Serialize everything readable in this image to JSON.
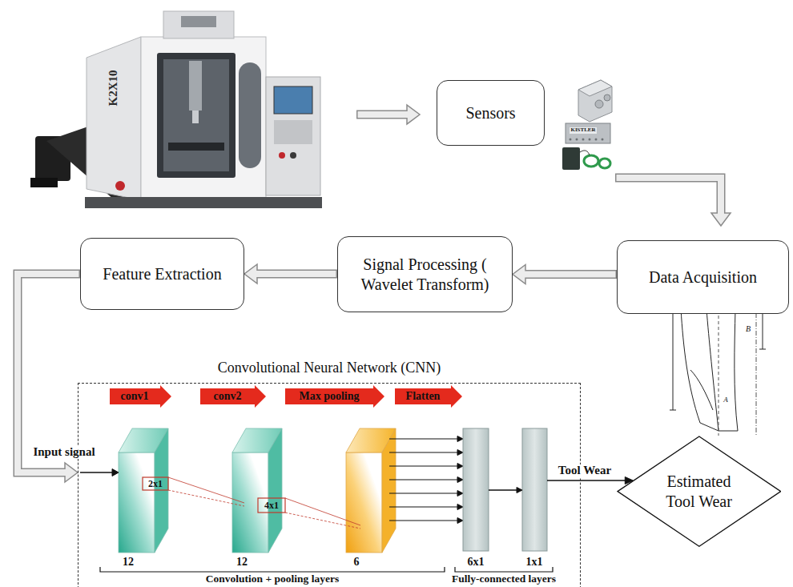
{
  "diagram": {
    "nodes": [
      {
        "text": [
          "Sensors"
        ]
      },
      {
        "text": [
          "Data Acquisition"
        ]
      },
      {
        "text": [
          "Signal Processing ( Wavelet Transform)"
        ]
      },
      {
        "text": [
          "Feature Extraction"
        ]
      },
      {
        "text": [
          "Convolutional Neural Network (CNN)"
        ]
      },
      {
        "text": [
          "Estimated Tool Wear"
        ]
      }
    ],
    "edges": [
      {
        "from": 1,
        "to": 2,
        "arrow": "to"
      },
      {
        "from": 2,
        "to": 3,
        "arrow": "to"
      },
      {
        "from": 3,
        "to": 4,
        "arrow": "to",
        "label": "Input signal"
      },
      {
        "from": 4,
        "to": 5,
        "arrow": "to",
        "label": "Tool Wear"
      }
    ],
    "labels": [
      "K2X10",
      "KISTLER",
      "conv1",
      "conv2",
      "Max pooling",
      "Flatten",
      "2x1",
      "4x1",
      "12",
      "12",
      "6",
      "6x1",
      "1x1",
      "Convolution + pooling layers",
      "Fully-connected layers",
      "B",
      "A"
    ]
  }
}
